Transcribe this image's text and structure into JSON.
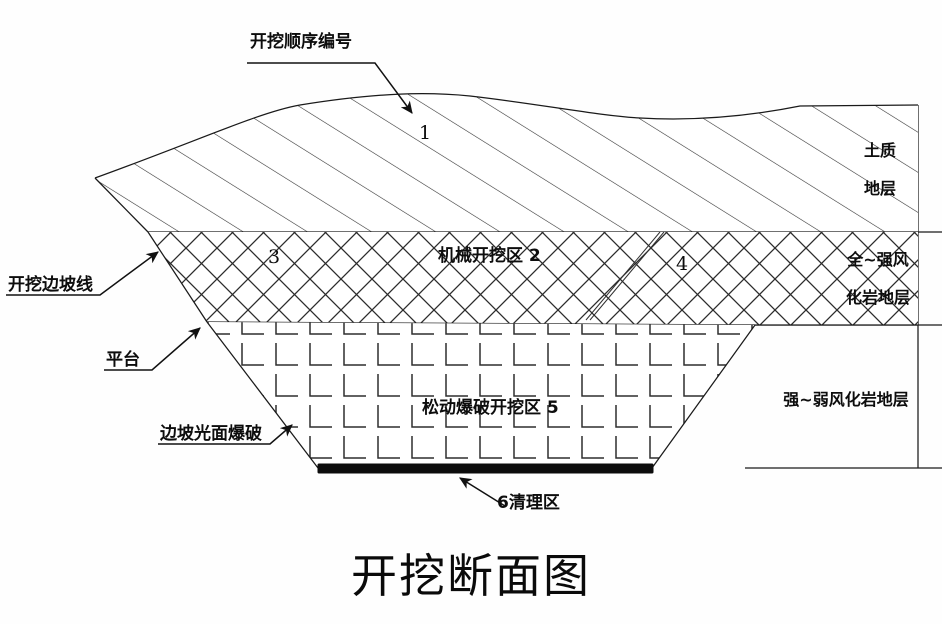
{
  "figure": {
    "title": "开挖断面图",
    "title_en_hint": "excavation-cross-section-diagram"
  },
  "callouts": {
    "excavation_order_number": "开挖顺序编号",
    "excavation_slope_line": "开挖边坡线",
    "platform": "平台",
    "slope_smooth_blasting": "边坡光面爆破"
  },
  "zones": {
    "zone1_number": "1",
    "zone2_label": "机械开挖区 2",
    "zone3_number": "3",
    "zone4_number": "4",
    "zone5_label": "松动爆破开挖区 5",
    "zone6_label": "6清理区"
  },
  "strata": {
    "soil": "土质\n地层",
    "soil_line1": "土质",
    "soil_line2": "地层",
    "weathered_strong_line1": "全~强风",
    "weathered_strong_line2": "化岩地层",
    "weathered_weak": "强~弱风化岩地层"
  },
  "colors": {
    "ink": "#111111",
    "hatch": "#303030",
    "background": "#ffffff",
    "solid_bar": "#0c0c0c"
  },
  "chart_data": {
    "type": "diagram",
    "title": "开挖断面图",
    "description": "Excavation cross-section showing staged excavation zones across three geological strata",
    "strata_boundaries_y": [
      232,
      325
    ],
    "ground_surface_points": "95,178 -> 300,105 -> 470,96 -> 640,118 -> 800,106 -> 918,105",
    "excavation_zones": [
      {
        "id": 1,
        "label": "1",
        "hatch": "diagonal-45",
        "stratum": "soil"
      },
      {
        "id": 2,
        "label": "机械开挖区 2",
        "hatch": "diagonal-45",
        "stratum": "soil"
      },
      {
        "id": 3,
        "label": "3",
        "hatch": "cross-hatch",
        "stratum": "fully-strongly-weathered-rock"
      },
      {
        "id": 4,
        "label": "4",
        "hatch": "cross-hatch",
        "stratum": "fully-strongly-weathered-rock"
      },
      {
        "id": 5,
        "label": "松动爆破开挖区 5",
        "hatch": "grid",
        "stratum": "strongly-weakly-weathered-rock"
      },
      {
        "id": 6,
        "label": "6清理区",
        "hatch": "solid-bar",
        "stratum": "base"
      }
    ]
  }
}
